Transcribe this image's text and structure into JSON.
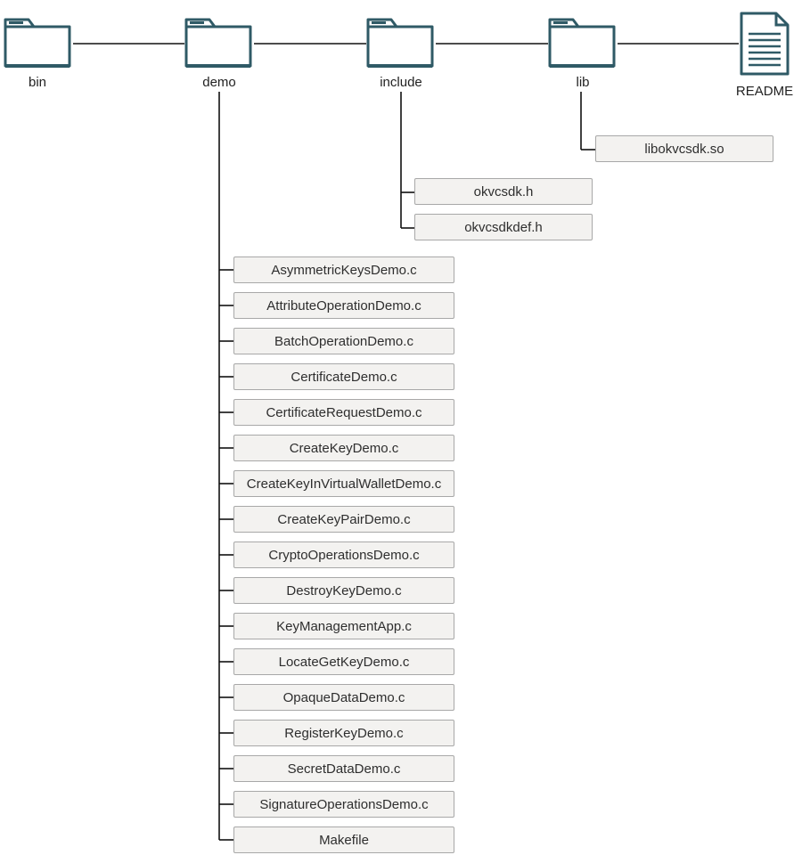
{
  "colors": {
    "icon_stroke": "#2f5a66",
    "line": "#111111",
    "box_fill": "#f3f2f0",
    "box_border": "#a8a8a8"
  },
  "top_level": [
    {
      "name": "bin",
      "icon": "folder-icon"
    },
    {
      "name": "demo",
      "icon": "folder-icon"
    },
    {
      "name": "include",
      "icon": "folder-icon"
    },
    {
      "name": "lib",
      "icon": "folder-icon"
    },
    {
      "name": "README",
      "icon": "document-icon"
    }
  ],
  "lib_files": [
    "libokvcsdk.so"
  ],
  "include_files": [
    "okvcsdk.h",
    "okvcsdkdef.h"
  ],
  "demo_files": [
    "AsymmetricKeysDemo.c",
    "AttributeOperationDemo.c",
    "BatchOperationDemo.c",
    "CertificateDemo.c",
    "CertificateRequestDemo.c",
    "CreateKeyDemo.c",
    "CreateKeyInVirtualWalletDemo.c",
    "CreateKeyPairDemo.c",
    "CryptoOperationsDemo.c",
    "DestroyKeyDemo.c",
    "KeyManagementApp.c",
    "LocateGetKeyDemo.c",
    "OpaqueDataDemo.c",
    "RegisterKeyDemo.c",
    "SecretDataDemo.c",
    "SignatureOperationsDemo.c",
    "Makefile"
  ]
}
